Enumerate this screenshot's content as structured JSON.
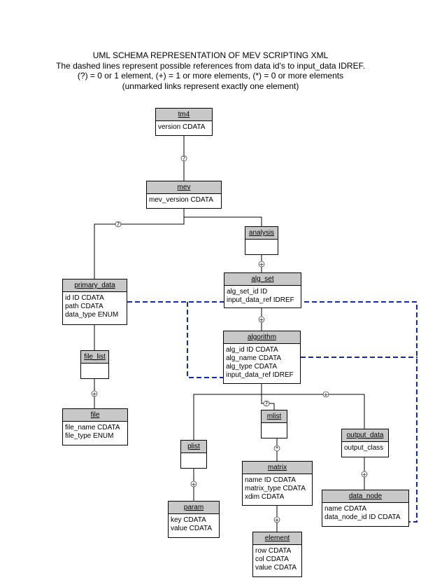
{
  "header": {
    "title": "UML SCHEMA REPRESENTATION OF MEV SCRIPTING XML",
    "line1": "The dashed lines represent possible references from data id's to input_data IDREF.",
    "line2": "(?) = 0 or 1 element, (+) = 1 or more elements, (*) = 0 or more elements",
    "line3": "(unmarked links represent exactly one element)"
  },
  "colors": {
    "dashed_reference": "#1428b4",
    "title_fill": "#c8c8c8"
  },
  "nodes": {
    "tm4": {
      "title": "tm4",
      "attrs": [
        "version CDATA"
      ]
    },
    "mev": {
      "title": "mev",
      "attrs": [
        "mev_version CDATA"
      ]
    },
    "analysis": {
      "title": "analysis",
      "attrs": []
    },
    "alg_set": {
      "title": "alg_set",
      "attrs": [
        "alg_set_id ID",
        "input_data_ref IDREF"
      ]
    },
    "primary_data": {
      "title": "primary_data",
      "attrs": [
        "id ID CDATA",
        "path CDATA",
        "data_type ENUM"
      ]
    },
    "algorithm": {
      "title": "algorithm",
      "attrs": [
        "alg_id ID CDATA",
        "alg_name CDATA",
        "alg_type CDATA",
        "input_data_ref IDREF"
      ]
    },
    "file_list": {
      "title": "file_list",
      "attrs": []
    },
    "file": {
      "title": "file",
      "attrs": [
        "file_name CDATA",
        "file_type ENUM"
      ]
    },
    "mlist": {
      "title": "mlist",
      "attrs": []
    },
    "output_data": {
      "title": "output_data",
      "attrs": [
        "output_class"
      ]
    },
    "plist": {
      "title": "plist",
      "attrs": []
    },
    "matrix": {
      "title": "matrix",
      "attrs": [
        "name ID CDATA",
        "matrix_type CDATA",
        "xdim CDATA"
      ]
    },
    "data_node": {
      "title": "data_node",
      "attrs": [
        "name CDATA",
        "data_node_id ID CDATA"
      ]
    },
    "param": {
      "title": "param",
      "attrs": [
        "key CDATA",
        "value CDATA"
      ]
    },
    "element": {
      "title": "element",
      "attrs": [
        "row CDATA",
        "col CDATA",
        "value CDATA"
      ]
    }
  },
  "markers": {
    "tm4_mev": "?",
    "mev_primary_data": "?",
    "analysis_alg_set": "+",
    "alg_set_algorithm": "+",
    "file_list_file": "+",
    "algorithm_mlist": "?",
    "algorithm_output_data": "+",
    "plist_param": "+",
    "mlist_matrix": "*",
    "matrix_element": "+",
    "output_data_data_node": "+"
  }
}
